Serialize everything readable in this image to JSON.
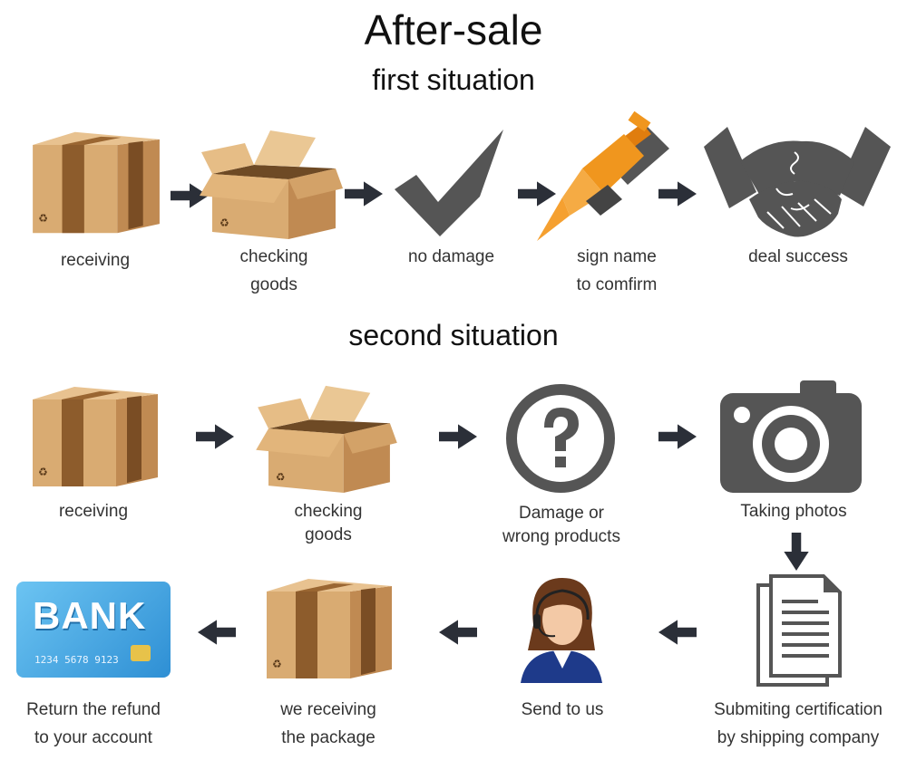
{
  "title": "After-sale",
  "first_situation": {
    "heading": "first situation",
    "steps": [
      {
        "icon": "closed-box-icon",
        "lines": [
          "receiving"
        ]
      },
      {
        "icon": "open-box-icon",
        "lines": [
          "checking",
          "goods"
        ]
      },
      {
        "icon": "checkmark-icon",
        "lines": [
          "no damage"
        ]
      },
      {
        "icon": "pen-icon",
        "lines": [
          "sign name",
          "to comfirm"
        ]
      },
      {
        "icon": "handshake-icon",
        "lines": [
          "deal success"
        ]
      }
    ]
  },
  "second_situation": {
    "heading": "second situation",
    "steps": [
      {
        "icon": "closed-box-icon",
        "lines": [
          "receiving"
        ]
      },
      {
        "icon": "open-box-icon",
        "lines": [
          "checking",
          "goods"
        ]
      },
      {
        "icon": "question-icon",
        "lines": [
          "Damage or",
          "wrong products"
        ]
      },
      {
        "icon": "camera-icon",
        "lines": [
          "Taking photos"
        ]
      },
      {
        "icon": "document-icon",
        "lines": [
          "Submiting certification",
          "by shipping company"
        ]
      },
      {
        "icon": "customer-service-icon",
        "lines": [
          "Send to us"
        ]
      },
      {
        "icon": "closed-box-icon",
        "lines": [
          "we receiving",
          "the package"
        ]
      },
      {
        "icon": "bank-card-icon",
        "lines": [
          "Return the refund",
          "to your account"
        ]
      }
    ]
  },
  "bank_card": {
    "brand": "BANK",
    "number": "1234 5678 9123"
  },
  "colors": {
    "box": "#c8995f",
    "box_dark": "#8b5a2b",
    "icon_gray": "#555555",
    "pen_orange": "#f0961e",
    "card_blue": "#3aa0e0",
    "arrow": "#2b2f38"
  }
}
